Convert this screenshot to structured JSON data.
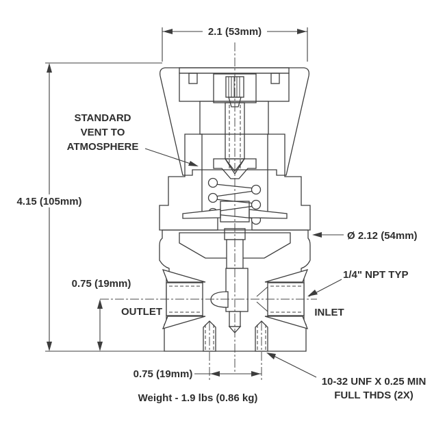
{
  "page": {
    "background": "#ffffff"
  },
  "drawing": {
    "type": "technical-cross-section",
    "subject": "pressure regulator valve",
    "line_color": "#3d3d3d",
    "text_color": "#2e2e2e",
    "dimensions": {
      "top_width": "2.1 (53mm)",
      "overall_height": "4.15 (105mm)",
      "port_height": "0.75 (19mm)",
      "body_diameter": "Ø 2.12 (54mm)",
      "mount_hole_spacing": "0.75 (19mm)"
    },
    "callouts": {
      "vent_line1": "STANDARD",
      "vent_line2": "VENT TO",
      "vent_line3": "ATMOSPHERE",
      "port_thread": "1/4\" NPT TYP",
      "outlet": "OUTLET",
      "inlet": "INLET",
      "mount_thread_line1": "10-32 UNF X 0.25 MIN",
      "mount_thread_line2": "FULL THDS (2X)",
      "weight": "Weight - 1.9 lbs (0.86 kg)"
    }
  }
}
